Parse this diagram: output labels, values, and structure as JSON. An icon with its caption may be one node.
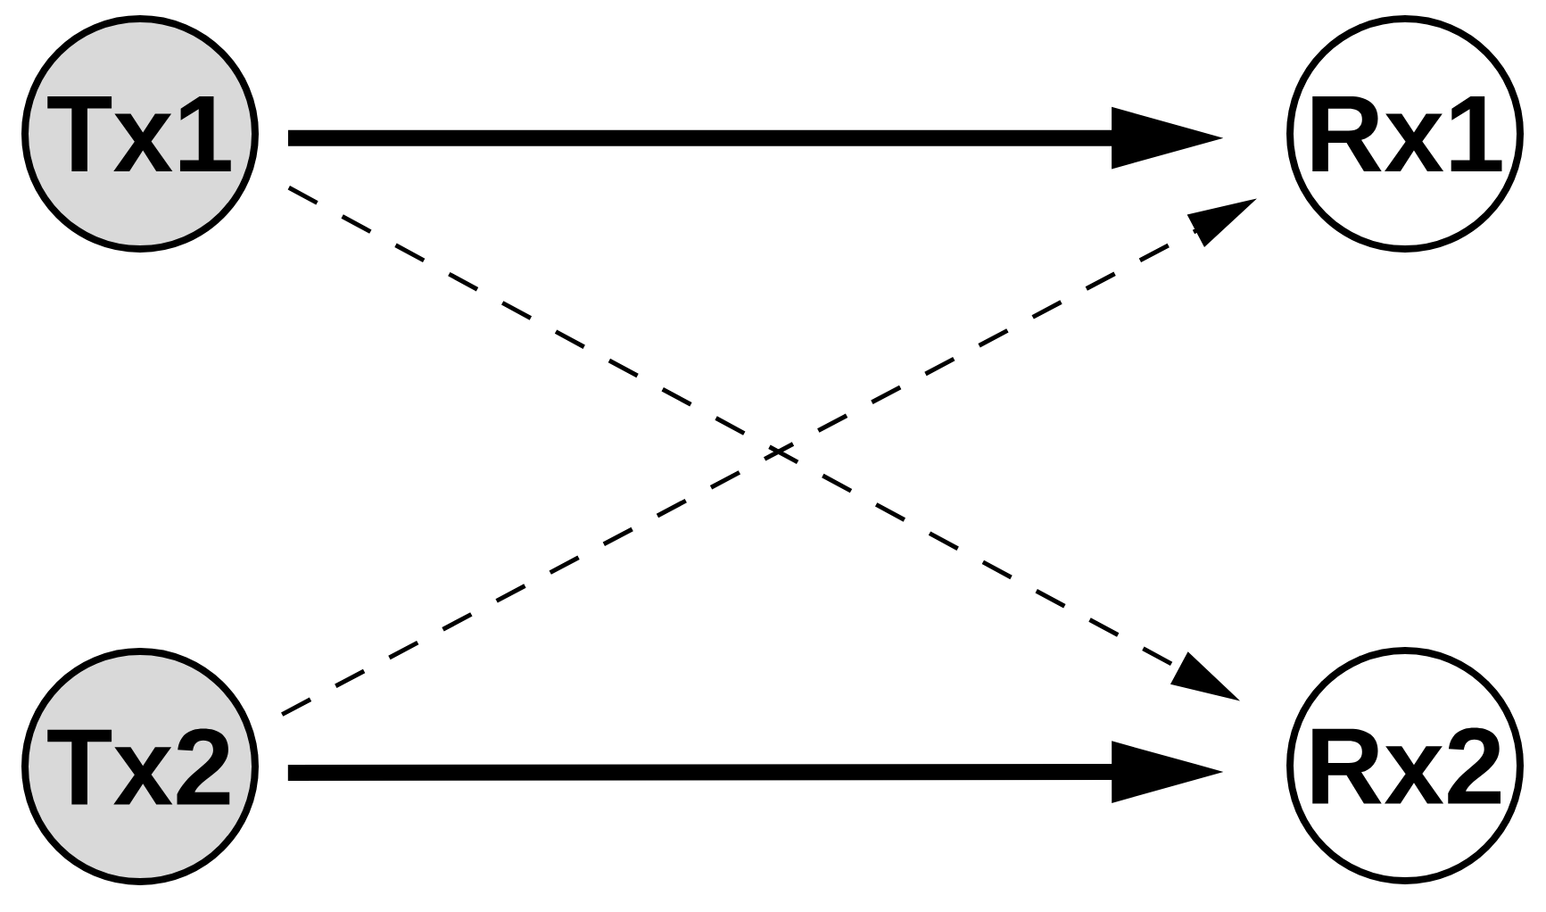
{
  "diagram": {
    "nodes": [
      {
        "text": [
          "Tx1"
        ]
      },
      {
        "text": [
          "Rx1"
        ]
      },
      {
        "text": [
          "Tx2"
        ]
      },
      {
        "text": [
          "Rx2"
        ]
      }
    ],
    "edges": [
      {
        "from": 0,
        "to": 1,
        "arrow": "to",
        "style": "thick"
      },
      {
        "from": 0,
        "to": 3,
        "arrow": "to",
        "style": "dashed"
      },
      {
        "from": 2,
        "to": 1,
        "arrow": "to",
        "style": "dashed"
      },
      {
        "from": 2,
        "to": 3,
        "arrow": "to",
        "style": "thick"
      }
    ]
  }
}
